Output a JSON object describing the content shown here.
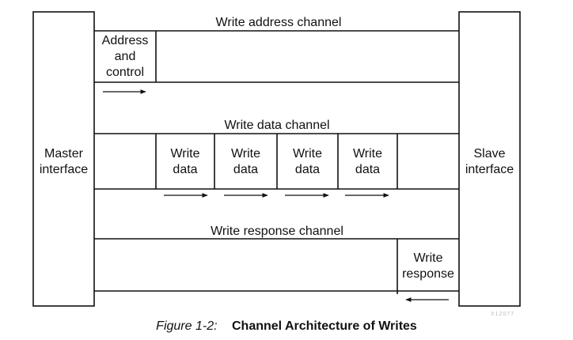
{
  "figure": {
    "number": "Figure 1-2:",
    "title": "Channel Architecture of Writes",
    "stamp": "X12077"
  },
  "master": {
    "lines": [
      "Master",
      "interface"
    ]
  },
  "slave": {
    "lines": [
      "Slave",
      "interface"
    ]
  },
  "channels": {
    "write_address": {
      "title": "Write address channel",
      "cells": [
        {
          "lines": [
            "Address",
            "and",
            "control"
          ]
        }
      ],
      "direction": "master-to-slave"
    },
    "write_data": {
      "title": "Write data channel",
      "cells": [
        {
          "lines": [
            "Write",
            "data"
          ]
        },
        {
          "lines": [
            "Write",
            "data"
          ]
        },
        {
          "lines": [
            "Write",
            "data"
          ]
        },
        {
          "lines": [
            "Write",
            "data"
          ]
        }
      ],
      "direction": "master-to-slave"
    },
    "write_response": {
      "title": "Write response channel",
      "cells": [
        {
          "lines": [
            "Write",
            "response"
          ]
        }
      ],
      "direction": "slave-to-master"
    }
  }
}
